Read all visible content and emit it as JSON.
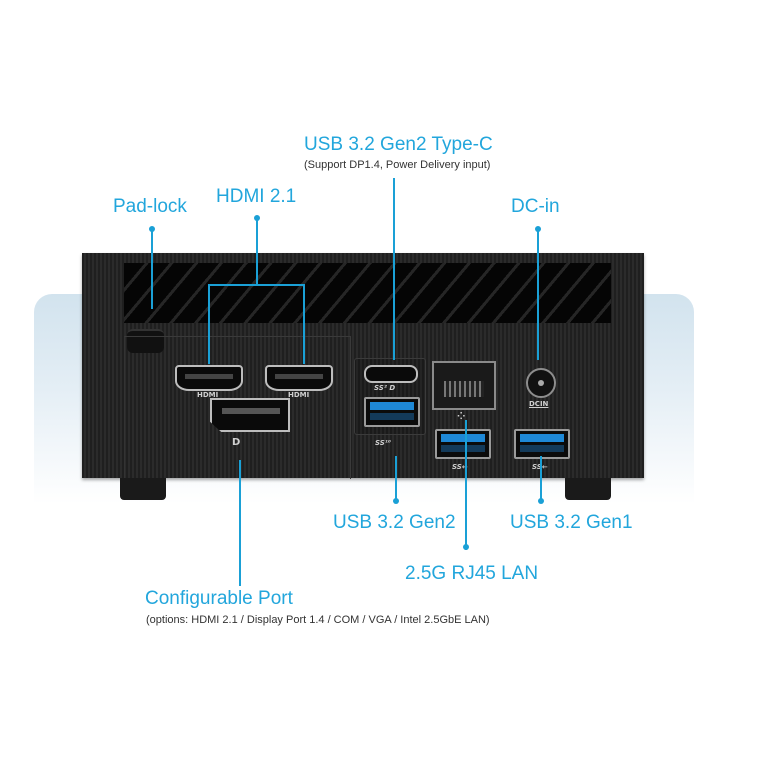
{
  "callouts": {
    "usb_typec": {
      "title": "USB 3.2 Gen2 Type-C",
      "subtitle": "(Support DP1.4, Power Delivery input)"
    },
    "padlock": {
      "title": "Pad-lock"
    },
    "hdmi": {
      "title": "HDMI 2.1"
    },
    "dcin": {
      "title": "DC-in"
    },
    "usb_gen2": {
      "title": "USB 3.2 Gen2"
    },
    "usb_gen1": {
      "title": "USB 3.2 Gen1"
    },
    "lan": {
      "title": "2.5G RJ45 LAN"
    },
    "configurable": {
      "title": "Configurable Port",
      "subtitle": "(options: HDMI 2.1 / Display Port 1.4 / COM /  VGA / Intel 2.5GbE LAN)"
    }
  },
  "device_markings": {
    "hdmi_1": "HDMI",
    "hdmi_2": "HDMI",
    "dp_mark": "D",
    "typec_mark": "SS² D",
    "usb_gen2_mark": "SS¹⁰",
    "usb_gen1_mark_1": "SS←",
    "usb_gen1_mark_2": "SS←",
    "lan_mark": "⁘",
    "dcin_mark": "DCIN"
  },
  "colors": {
    "accent": "#22a6dc",
    "device": "#1f1f1f",
    "usb_blue": "#1e88d6"
  }
}
